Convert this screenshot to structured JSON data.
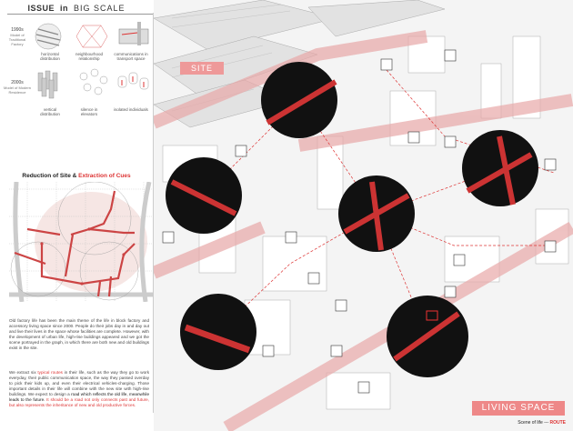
{
  "header": {
    "title_bold": "ISSUE",
    "title_in": "in",
    "title_rest": "BIG SCALE"
  },
  "eras": [
    {
      "year": "1990s",
      "model": "Model of Traditional Factory",
      "items": [
        "horizontal distribution",
        "neighbourhood relationship",
        "communications in transport space"
      ]
    },
    {
      "year": "2000s",
      "model": "Model of Modern Residence",
      "items": [
        "vertical distribution",
        "silence in elevators",
        "isolated individuals"
      ]
    }
  ],
  "reduction": {
    "title": "Reduction of Site &",
    "title_red": "Extraction of Cues"
  },
  "paragraph1": "Old factory life has been the main theme of the life in block factory and accessory living space since 2000. People do their jobs day in and day out and live their lives in the space whose facilities are complete. However, with the development of urban life, high-rise buildings appeared and we got the scene portrayed in the graph, in which there are both new and old buildings exist in the site.",
  "paragraph2": {
    "a": "We extract six",
    "b": "typical routes",
    "c": "in their life, such as the way they go to work everyday, their public communication space, the way they passed overday to pick their kids up, and even their electrical vehicles-charging. Those important details in their life will combine with the new site with high-rise buildings. We expect to design a",
    "d": "road which reflects the old life, meanwhile leads to the future.",
    "e": "It should be a road not only connects past and future, but also represents the inheritance of new and old productive forces."
  },
  "labels": {
    "site": "SITE",
    "living": "LIVING SPACE"
  },
  "caption": {
    "text": "Scene of life ---",
    "route": "ROUTE"
  },
  "colors": {
    "accent": "#d33333",
    "pink": "#e99999"
  }
}
